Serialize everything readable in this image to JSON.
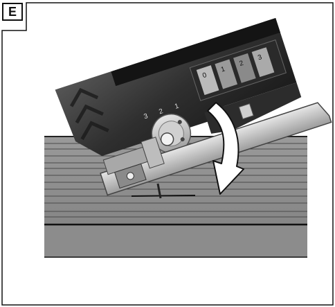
{
  "figure": {
    "label": "E"
  },
  "tool": {
    "bevel_marks": [
      "3",
      "2",
      "1"
    ],
    "orbit_settings": [
      "0",
      "1",
      "2",
      "3"
    ]
  },
  "icons": {
    "arrow": "curved-arrow-down-icon",
    "lock_button": "lock-button-icon"
  },
  "colors": {
    "frame": "#111111",
    "board": "#8a8a8a",
    "board_dark": "#6a6a6a",
    "tool_body": "#3a3a3a",
    "tool_dark": "#1e1e1e",
    "metal": "#c4c4c4",
    "arrow_fill": "#ffffff"
  }
}
